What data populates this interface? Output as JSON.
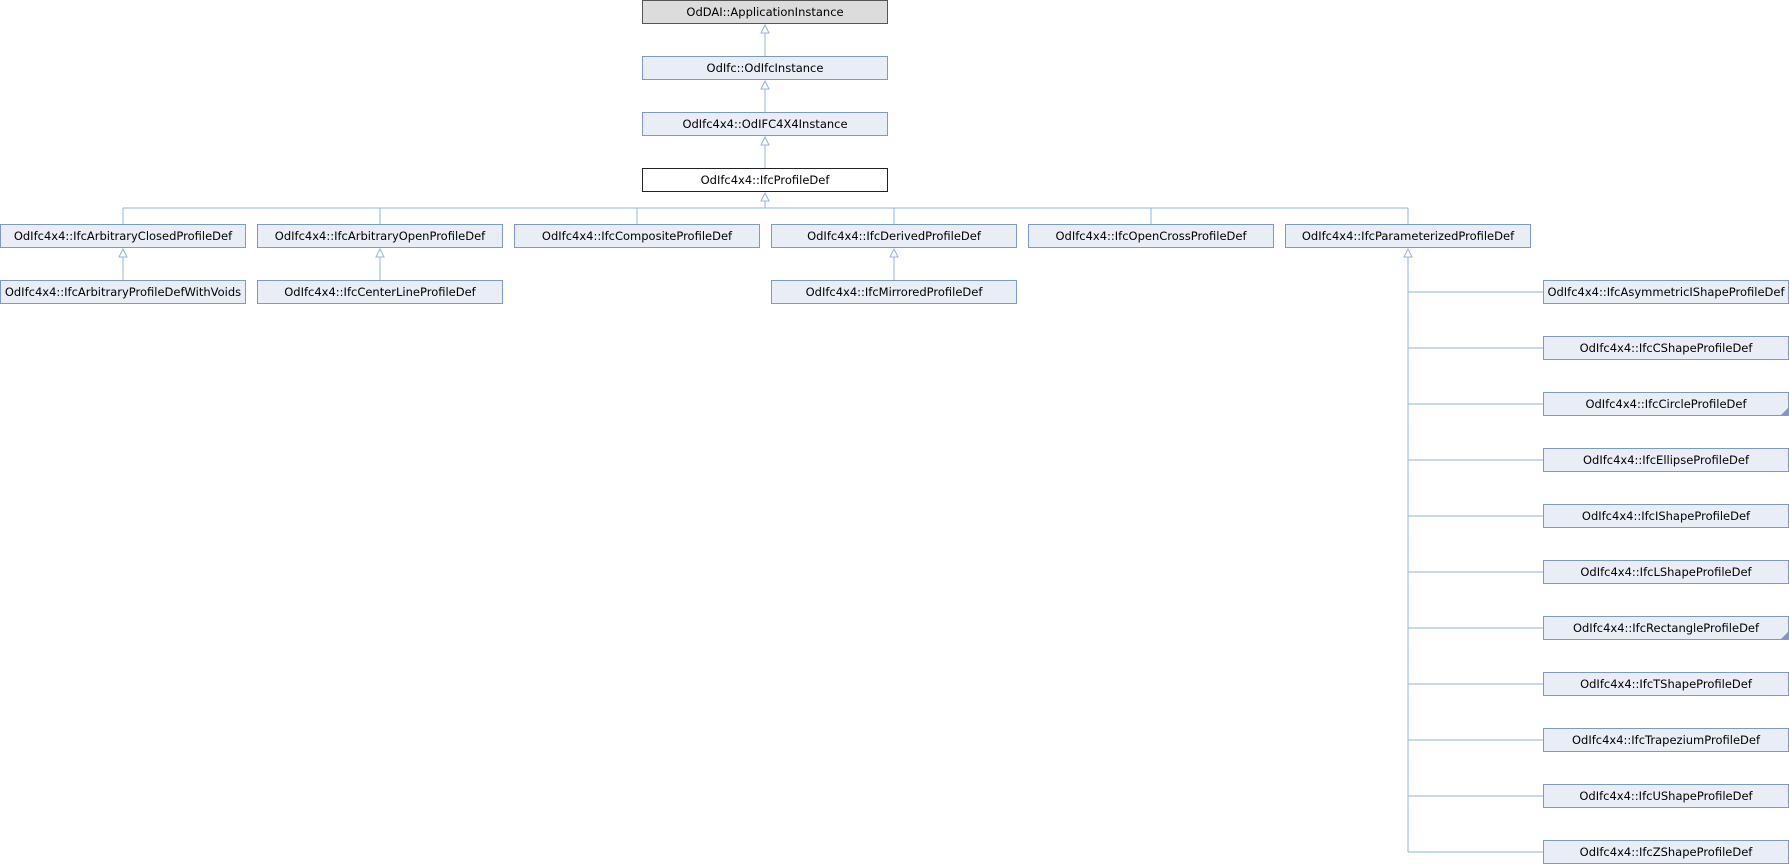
{
  "diagram": {
    "ancestors": [
      {
        "label": "OdDAI::ApplicationInstance"
      },
      {
        "label": "OdIfc::OdIfcInstance"
      },
      {
        "label": "OdIfc4x4::OdIFC4X4Instance"
      }
    ],
    "current": {
      "label": "OdIfc4x4::IfcProfileDef"
    },
    "children": [
      {
        "label": "OdIfc4x4::IfcArbitraryClosedProfileDef"
      },
      {
        "label": "OdIfc4x4::IfcArbitraryOpenProfileDef"
      },
      {
        "label": "OdIfc4x4::IfcCompositeProfileDef"
      },
      {
        "label": "OdIfc4x4::IfcDerivedProfileDef"
      },
      {
        "label": "OdIfc4x4::IfcOpenCrossProfileDef"
      },
      {
        "label": "OdIfc4x4::IfcParameterizedProfileDef"
      }
    ],
    "grandchildren": [
      {
        "label": "OdIfc4x4::IfcArbitraryProfileDefWithVoids",
        "parent": 0
      },
      {
        "label": "OdIfc4x4::IfcCenterLineProfileDef",
        "parent": 1
      },
      {
        "label": "OdIfc4x4::IfcMirroredProfileDef",
        "parent": 3
      }
    ],
    "parameterized_children": [
      {
        "label": "OdIfc4x4::IfcAsymmetricIShapeProfileDef",
        "has_more": false
      },
      {
        "label": "OdIfc4x4::IfcCShapeProfileDef",
        "has_more": false
      },
      {
        "label": "OdIfc4x4::IfcCircleProfileDef",
        "has_more": true
      },
      {
        "label": "OdIfc4x4::IfcEllipseProfileDef",
        "has_more": false
      },
      {
        "label": "OdIfc4x4::IfcIShapeProfileDef",
        "has_more": false
      },
      {
        "label": "OdIfc4x4::IfcLShapeProfileDef",
        "has_more": false
      },
      {
        "label": "OdIfc4x4::IfcRectangleProfileDef",
        "has_more": true
      },
      {
        "label": "OdIfc4x4::IfcTShapeProfileDef",
        "has_more": false
      },
      {
        "label": "OdIfc4x4::IfcTrapeziumProfileDef",
        "has_more": false
      },
      {
        "label": "OdIfc4x4::IfcUShapeProfileDef",
        "has_more": false
      },
      {
        "label": "OdIfc4x4::IfcZShapeProfileDef",
        "has_more": false
      }
    ],
    "colors": {
      "edge": "#8fb4e0",
      "node_fill": "#e8edf6",
      "node_border": "#7d98cc"
    }
  }
}
